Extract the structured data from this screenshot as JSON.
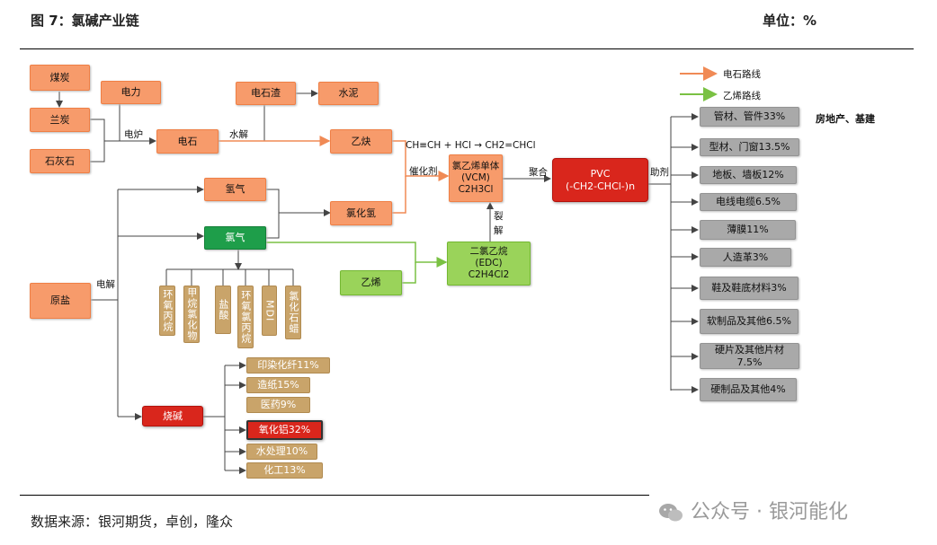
{
  "header": {
    "title": "图 7：氯碱产业链",
    "unit": "单位：%"
  },
  "legend": {
    "carbide_route": "电石路线",
    "ethylene_route": "乙烯路线"
  },
  "nodes": {
    "coal": "煤炭",
    "coke": "兰炭",
    "limestone": "石灰石",
    "power": "电力",
    "carbide": "电石",
    "carbide_slag": "电石渣",
    "cement": "水泥",
    "acetylene": "乙炔",
    "hydrogen": "氢气",
    "chlorine": "氯气",
    "hcl": "氯化氢",
    "salt": "原盐",
    "ethylene": "乙烯",
    "vcm_line1": "氯乙烯单体",
    "vcm_line2": "(VCM)",
    "vcm_formula": "C2H3Cl",
    "edc_line1": "二氯乙烷",
    "edc_line2": "(EDC)",
    "edc_formula": "C2H4Cl2",
    "pvc_line1": "PVC",
    "pvc_line2": "(-CH2-CHCl-)n",
    "caustic_soda": "烧碱"
  },
  "chlorine_products": [
    "环氧丙烷",
    "甲烷氯化物",
    "盐酸",
    "环氧氯丙烷",
    "MDI",
    "氯化石蜡"
  ],
  "caustic_uses": [
    "印染化纤11%",
    "造纸15%",
    "医药9%",
    "氧化铝32%",
    "水处理10%",
    "化工13%"
  ],
  "pvc_uses": [
    "管材、管件33%",
    "型材、门窗13.5%",
    "地板、墙板12%",
    "电线电缆6.5%",
    "薄膜11%",
    "人造革3%",
    "鞋及鞋底材料3%",
    "软制品及其他6.5%",
    "硬片及其他片材7.5%",
    "硬制品及其他4%"
  ],
  "pvc_use_note": "房地产、基建",
  "edges": {
    "furnace": "电炉",
    "hydrolysis": "水解",
    "reaction": "CH≡CH + HCl → CH2=CHCl",
    "catalyst": "催化剂",
    "polymerize": "聚合",
    "additive": "助剂",
    "cracking_1": "裂",
    "cracking_2": "解",
    "electrolysis": "电解"
  },
  "footer": {
    "source": "数据来源：银河期货，卓创，隆众",
    "watermark": "公众号 · 银河能化"
  },
  "colors": {
    "orange": "#F79B6B",
    "green": "#9AD35A",
    "dark_green": "#1E9E4A",
    "tan": "#C9A46A",
    "red": "#D9261C",
    "gray": "#A9A9A9"
  }
}
